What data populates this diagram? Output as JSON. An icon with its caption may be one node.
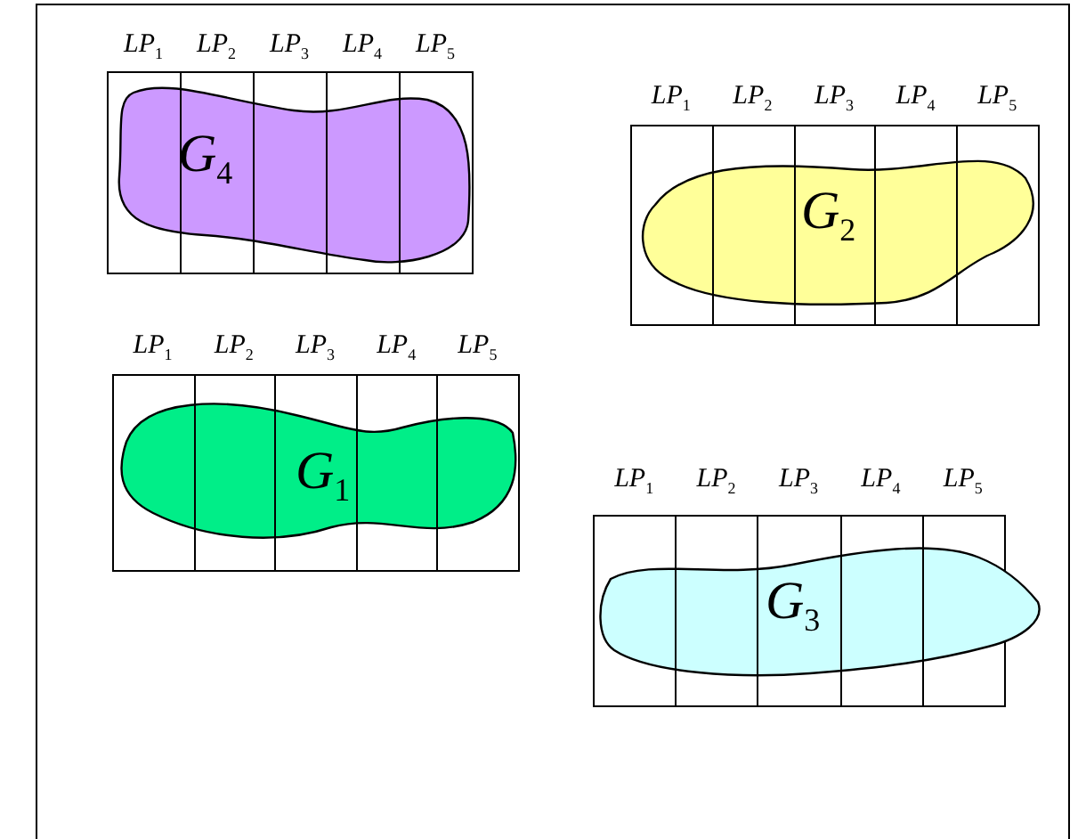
{
  "diagram": {
    "nodes": [
      {
        "text": [
          "G$_{4}$"
        ]
      },
      {
        "text": [
          "G$_{2}$"
        ]
      },
      {
        "text": [
          "G$_{1}$"
        ]
      },
      {
        "text": [
          "G$_{3}$"
        ]
      }
    ],
    "labels": [
      "LP$_{1}$",
      "LP$_{2}$",
      "LP$_{3}$",
      "LP$_{4}$",
      "LP$_{5}$",
      "LP$_{1}$",
      "LP$_{2}$",
      "LP$_{3}$",
      "LP$_{4}$",
      "LP$_{5}$",
      "LP$_{1}$",
      "LP$_{2}$",
      "LP$_{3}$",
      "LP$_{4}$",
      "LP$_{5}$",
      "LP$_{1}$",
      "LP$_{2}$",
      "LP$_{3}$",
      "LP$_{4}$",
      "LP$_{5}$"
    ]
  }
}
